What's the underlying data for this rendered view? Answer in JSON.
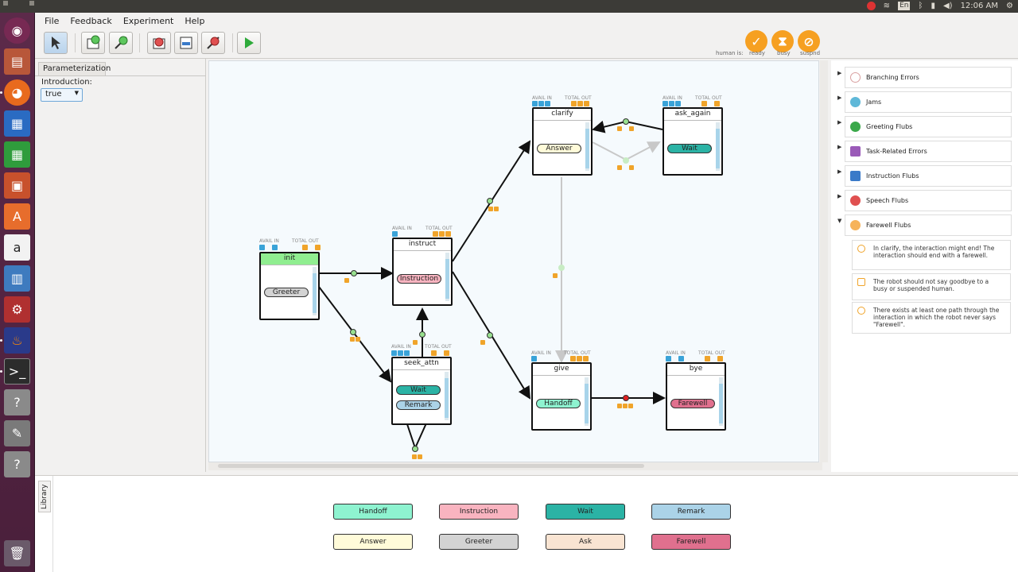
{
  "system": {
    "time": "12:06 AM",
    "keyboard": "En"
  },
  "menu": [
    "File",
    "Feedback",
    "Experiment",
    "Help"
  ],
  "status": {
    "caption": "human is:",
    "ready": "ready",
    "busy": "busy",
    "suspended": "suspnd"
  },
  "left_panel": {
    "tab": "Parameterization",
    "field_label": "Introduction:",
    "field_value": "true"
  },
  "canvas": {
    "header_avail": "AVAIL IN",
    "header_total": "TOTAL OUT",
    "nodes": {
      "init": {
        "title": "init",
        "pill": "Greeter"
      },
      "instruct": {
        "title": "instruct",
        "pill": "Instruction"
      },
      "seek_attn": {
        "title": "seek_attn",
        "pill1": "Wait",
        "pill2": "Remark"
      },
      "clarify": {
        "title": "clarify",
        "pill": "Answer"
      },
      "ask_again": {
        "title": "ask_again",
        "pill": "Wait"
      },
      "give": {
        "title": "give",
        "pill": "Handoff"
      },
      "bye": {
        "title": "bye",
        "pill": "Farewell"
      }
    }
  },
  "error_categories": [
    "Branching Errors",
    "Jams",
    "Greeting Flubs",
    "Task-Related Errors",
    "Instruction Flubs",
    "Speech Flubs",
    "Farewell Flubs"
  ],
  "farewell_errors": [
    "In clarify, the interaction might end! The interaction should end with a farewell.",
    "The robot should not say goodbye to a busy or suspended human.",
    "There exists at least one path through the interaction in which the robot never says \"Farewell\"."
  ],
  "library": {
    "tab": "Library",
    "items": [
      "Handoff",
      "Instruction",
      "Wait",
      "Remark",
      "Answer",
      "Greeter",
      "Ask",
      "Farewell"
    ]
  },
  "colors": {
    "handoff": "#8ef3d0",
    "instruction": "#f9b4c0",
    "wait": "#2bb3a5",
    "remark": "#abd3e8",
    "answer": "#fffbd9",
    "greeter": "#d3d3d3",
    "ask": "#f9e4d2",
    "farewell": "#e0708e",
    "init_head": "#90ee90",
    "accent": "#f6a021"
  }
}
